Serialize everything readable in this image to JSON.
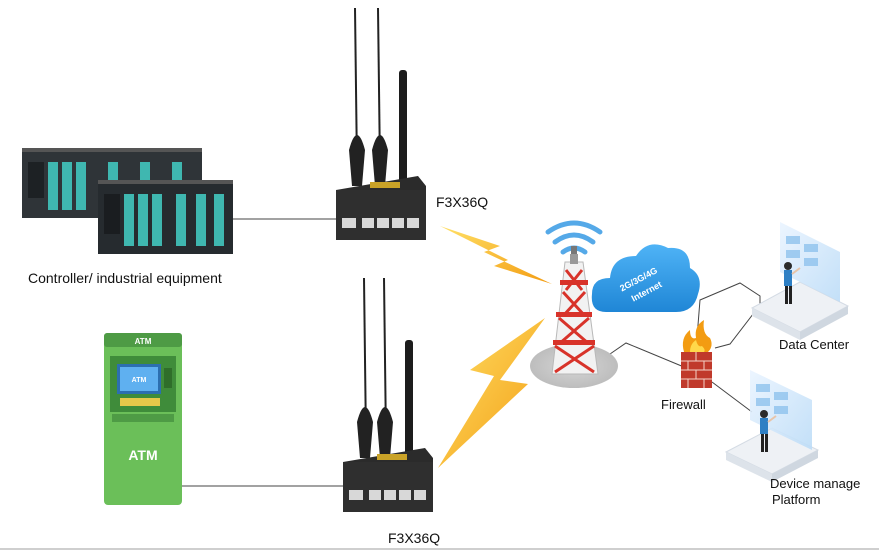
{
  "labels": {
    "controller": "Controller/ industrial equipment",
    "router_top": "F3X36Q",
    "router_bottom": "F3X36Q",
    "data_center": "Data Center",
    "firewall": "Firewall",
    "device_platform_line1": "Device manage",
    "device_platform_line2": "Platform"
  },
  "cloud": {
    "line1": "2G/3G/4G",
    "line2": "Internet"
  },
  "atm": {
    "top_sign": "ATM",
    "screen_text": "ATM",
    "body_text": "ATM"
  },
  "colors": {
    "plc_body": "#2f3438",
    "plc_module": "#3fb7b0",
    "router_body": "#2b2b2b",
    "atm_green": "#6bbf59",
    "atm_dark": "#3f8c3a",
    "lightning_orange": "#f5a623",
    "lightning_yellow": "#ffd84a",
    "cloud_blue": "#2e9ae6",
    "wifi_blue": "#55a9e8",
    "tower_red": "#d8332a",
    "firewall_red": "#c0392b",
    "link_gray": "#444444"
  }
}
